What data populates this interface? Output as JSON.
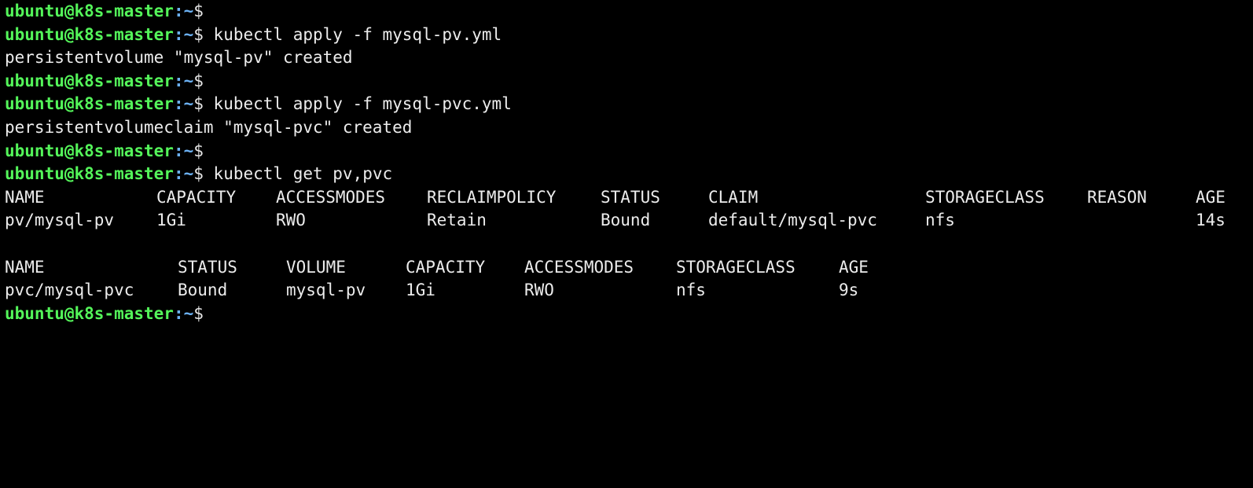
{
  "prompt": {
    "user_host": "ubuntu@k8s-master",
    "colon_path": ":~",
    "sign": "$"
  },
  "commands": [
    "kubectl apply -f mysql-pv.yml",
    "kubectl apply -f mysql-pvc.yml",
    "kubectl get pv,pvc"
  ],
  "outputs": [
    "persistentvolume \"mysql-pv\" created",
    "persistentvolumeclaim \"mysql-pvc\" created"
  ],
  "pv_table": {
    "headers": [
      "NAME",
      "CAPACITY",
      "ACCESSMODES",
      "RECLAIMPOLICY",
      "STATUS",
      "CLAIM",
      "STORAGECLASS",
      "REASON",
      "AGE"
    ],
    "rows": [
      [
        "pv/mysql-pv",
        "1Gi",
        "RWO",
        "Retain",
        "Bound",
        "default/mysql-pvc",
        "nfs",
        "",
        "14s"
      ]
    ]
  },
  "pvc_table": {
    "headers": [
      "NAME",
      "STATUS",
      "VOLUME",
      "CAPACITY",
      "ACCESSMODES",
      "STORAGECLASS",
      "AGE"
    ],
    "rows": [
      [
        "pvc/mysql-pvc",
        "Bound",
        "mysql-pv",
        "1Gi",
        "RWO",
        "nfs",
        "9s"
      ]
    ]
  },
  "colors": {
    "background": "#000000",
    "prompt_user": "#54f55a",
    "prompt_path": "#6cb2f5",
    "text": "#ececec"
  }
}
